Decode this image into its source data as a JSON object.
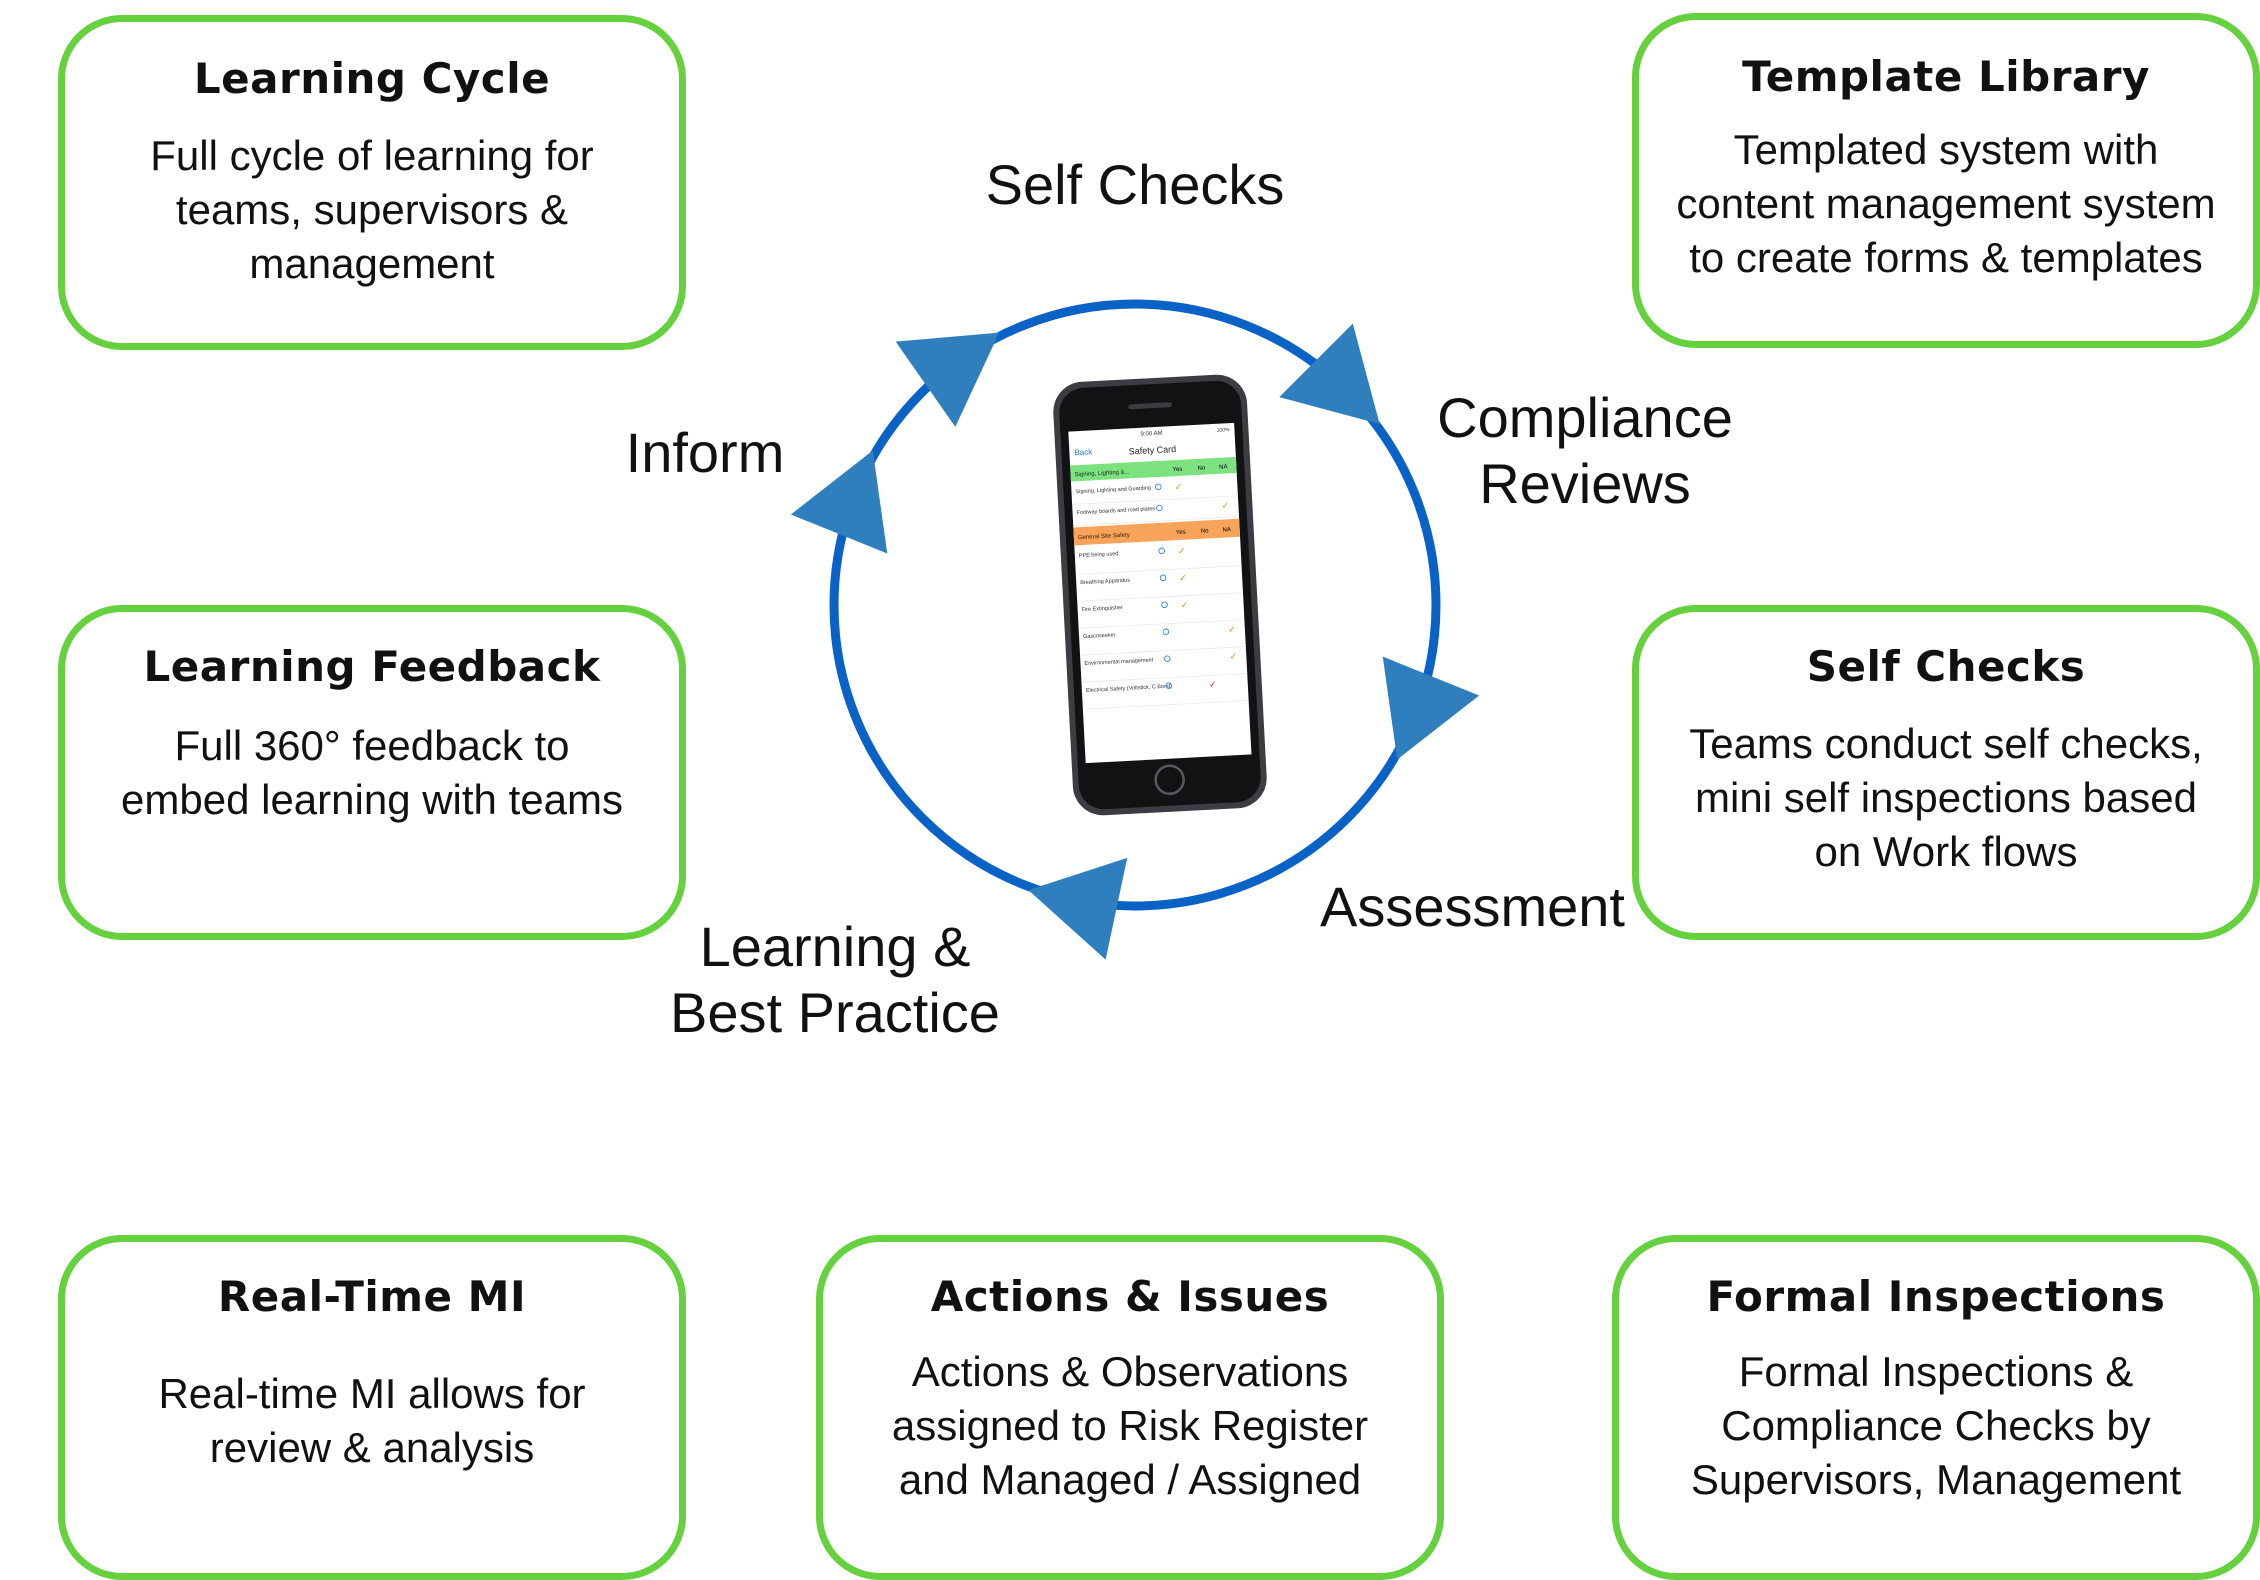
{
  "boxes": {
    "learning_cycle": {
      "title": "Learning Cycle",
      "lines": [
        "Full cycle of learning for",
        "teams, supervisors &",
        "management"
      ]
    },
    "template_library": {
      "title": "Template Library",
      "lines": [
        "Templated system with",
        "content management system",
        "to create forms & templates"
      ]
    },
    "learning_feedback": {
      "title": "Learning Feedback",
      "lines": [
        "Full 360° feedback to",
        "embed learning with teams"
      ]
    },
    "self_checks": {
      "title": "Self Checks",
      "lines": [
        "Teams conduct self checks,",
        "mini self inspections based",
        "on Work flows"
      ]
    },
    "real_time_mi": {
      "title": "Real-Time MI",
      "lines": [
        "Real-time MI allows for",
        "review & analysis"
      ]
    },
    "actions_issues": {
      "title": "Actions & Issues",
      "lines": [
        "Actions & Observations",
        "assigned to Risk Register",
        "and Managed / Assigned"
      ]
    },
    "formal_inspections": {
      "title": "Formal Inspections",
      "lines": [
        "Formal Inspections &",
        "Compliance Checks by",
        "Supervisors, Management"
      ]
    }
  },
  "cycle": {
    "self_checks": "Self Checks",
    "compliance": [
      "Compliance",
      "Reviews"
    ],
    "assessment": "Assessment",
    "learning": [
      "Learning &",
      "Best Practice"
    ],
    "inform": "Inform"
  },
  "phone": {
    "status_time": "9:00 AM",
    "battery": "100%",
    "back": "Back",
    "title": "Safety Card",
    "section1": "Signing, Lighting &...",
    "section2": "General Site Safety",
    "col_yes": "Yes",
    "col_no": "No",
    "col_na": "NA",
    "rows1": [
      {
        "label": "Signing, Lighting and Guarding",
        "mark": "yes"
      },
      {
        "label": "Footway boards and road plates",
        "mark": "na"
      }
    ],
    "rows2": [
      {
        "label": "PPE being used",
        "mark": "yes"
      },
      {
        "label": "Breathing Apparatus",
        "mark": "yes"
      },
      {
        "label": "Fire Extinguisher",
        "mark": "yes"
      },
      {
        "label": "Gascoseeker",
        "mark": "na"
      },
      {
        "label": "Environmental management",
        "mark": "na"
      },
      {
        "label": "Electrical Safety (Voltstick, C Bond)",
        "mark": "no"
      }
    ]
  },
  "colors": {
    "box_border": "#66d13e",
    "cycle_ring": "#0b62c6",
    "arrow": "#2f7fbf",
    "section1_bg": "#7be27f",
    "section2_bg": "#f7a35a",
    "check": "#f08a18"
  },
  "icons": [
    "smartphone-icon",
    "checkmark-icon",
    "info-icon"
  ]
}
